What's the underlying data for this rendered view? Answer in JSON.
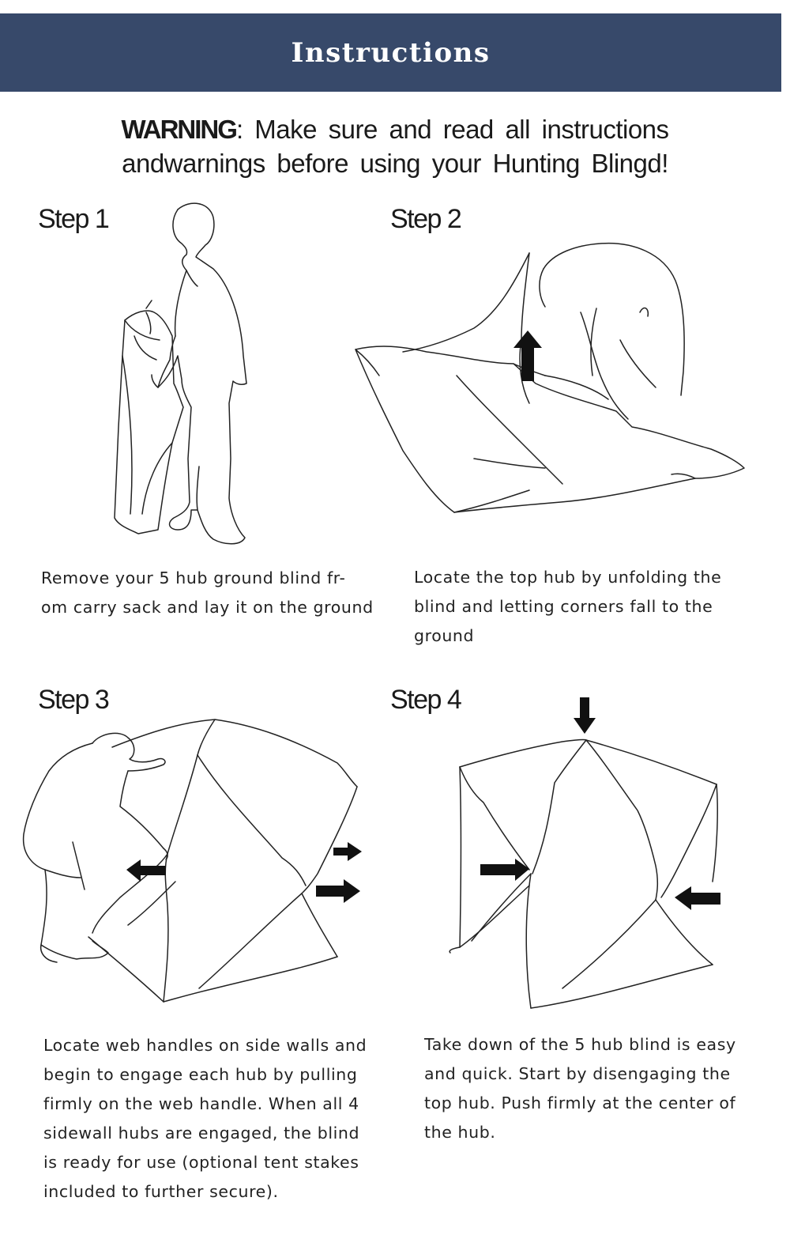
{
  "header": {
    "title": "Instructions"
  },
  "warning": {
    "label": "WARNING",
    "separator": ":",
    "text": "Make sure and read all instructions andwarnings before using your Hunting Blingd!"
  },
  "steps": [
    {
      "label": "Step 1",
      "lines": [
        "Remove your 5 hub ground blind  fr-",
        "om carry sack and lay it on the ground"
      ]
    },
    {
      "label": "Step 2",
      "lines": [
        "Locate the top hub by unfolding the",
        "blind and letting corners fall to the",
        "ground"
      ]
    },
    {
      "label": "Step 3",
      "lines": [
        "Locate web handles on side walls  and",
        "begin to engage each hub by pulling",
        "firmly on the web handle. When all 4",
        "sidewall hubs are engaged, the blind",
        "is ready for use (optional tent stakes",
        "included to further secure)."
      ]
    },
    {
      "label": "Step 4",
      "lines": [
        "Take down of the 5 hub blind is easy",
        "and quick. Start by disengaging the",
        "top hub. Push firmly at the center of",
        "the hub."
      ]
    }
  ],
  "colors": {
    "header_bg": "#37496a",
    "header_text": "#ffffff",
    "arrow": "#111111"
  }
}
